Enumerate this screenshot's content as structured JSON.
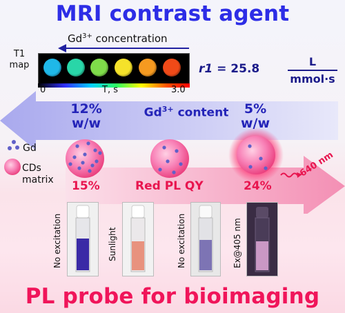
{
  "title": "MRI contrast agent",
  "subtitle_bottom": "PL probe for bioimaging",
  "mri": {
    "concentration_label_pre": "Gd",
    "concentration_label_sup": "3+",
    "concentration_label_post": " concentration",
    "t1_label_line1": "T1",
    "t1_label_line2": "map",
    "colorbar_min": "0",
    "colorbar_axis": "T, s",
    "colorbar_max": "3.0",
    "dot_colors": [
      "#1fb8e8",
      "#29d6a8",
      "#7fdc4a",
      "#f5e22a",
      "#f59a20",
      "#f04a18"
    ],
    "colorbar_colors": [
      "#3030ff",
      "#00d0ff",
      "#30ff60",
      "#ffff00",
      "#ff0000"
    ]
  },
  "relaxivity": {
    "symbol": "r1",
    "equals": " = 25.8",
    "unit_numerator": "L",
    "unit_denominator": "mmol·s"
  },
  "gd_content": {
    "label_pre": "Gd",
    "label_sup": "3+",
    "label_post": " content",
    "left_value_line1": "12%",
    "left_value_line2": "w/w",
    "right_value_line1": "5%",
    "right_value_line2": "w/w"
  },
  "pl": {
    "label": "Red PL QY",
    "left_value": "15%",
    "right_value": "24%",
    "emission": "640 nm"
  },
  "legend": {
    "gd": "Gd",
    "cds_line1": "CDs",
    "cds_line2": "matrix"
  },
  "photos": [
    {
      "label": "No excitation",
      "liquid": "#3a2aa6"
    },
    {
      "label": "Sunlight",
      "liquid": "#e8927e"
    },
    {
      "label": "No excitation",
      "liquid": "#7d74b4"
    },
    {
      "label": "Ex@405 nm",
      "liquid": "#e0a8d8"
    }
  ],
  "colors": {
    "title_blue": "#2d2de6",
    "title_pink": "#f0155a",
    "arrow_blue": "#b9b9f2",
    "arrow_pink": "#f7a0bf"
  }
}
